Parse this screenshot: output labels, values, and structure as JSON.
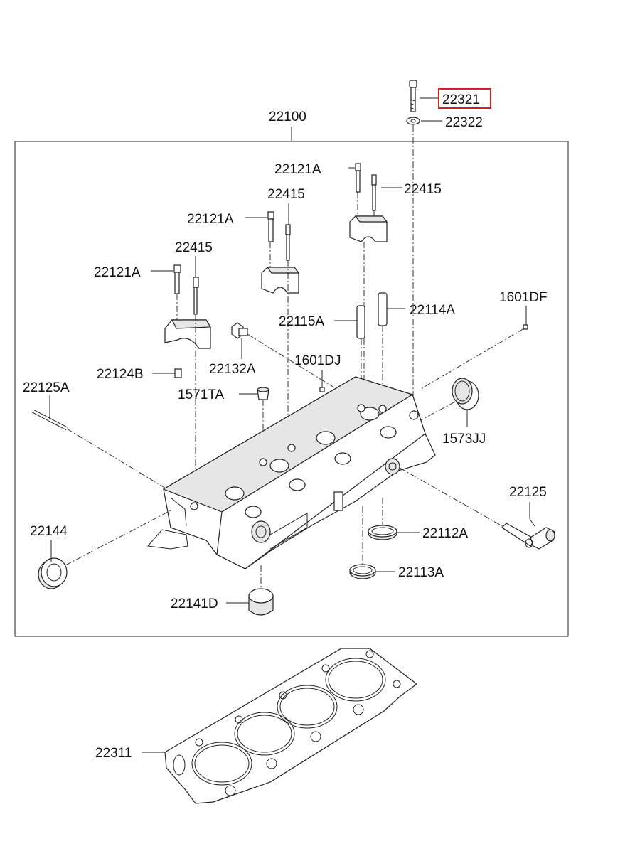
{
  "diagram": {
    "highlight_part": "22321",
    "highlight_color": "#d42020",
    "callouts": {
      "p22321": "22321",
      "p22322": "22322",
      "p22100": "22100",
      "p22121A_1": "22121A",
      "p22415_1": "22415",
      "p22415_2": "22415",
      "p22121A_2": "22121A",
      "p22415_3": "22415",
      "p22121A_3": "22121A",
      "p1601DF": "1601DF",
      "p22114A": "22114A",
      "p22115A": "22115A",
      "p1601DJ": "1601DJ",
      "p22124B": "22124B",
      "p22132A": "22132A",
      "p22125A": "22125A",
      "p1571TA": "1571TA",
      "p1573JJ": "1573JJ",
      "p22125": "22125",
      "p22144": "22144",
      "p22112A": "22112A",
      "p22113A": "22113A",
      "p22141D": "22141D",
      "p22311": "22311"
    }
  }
}
